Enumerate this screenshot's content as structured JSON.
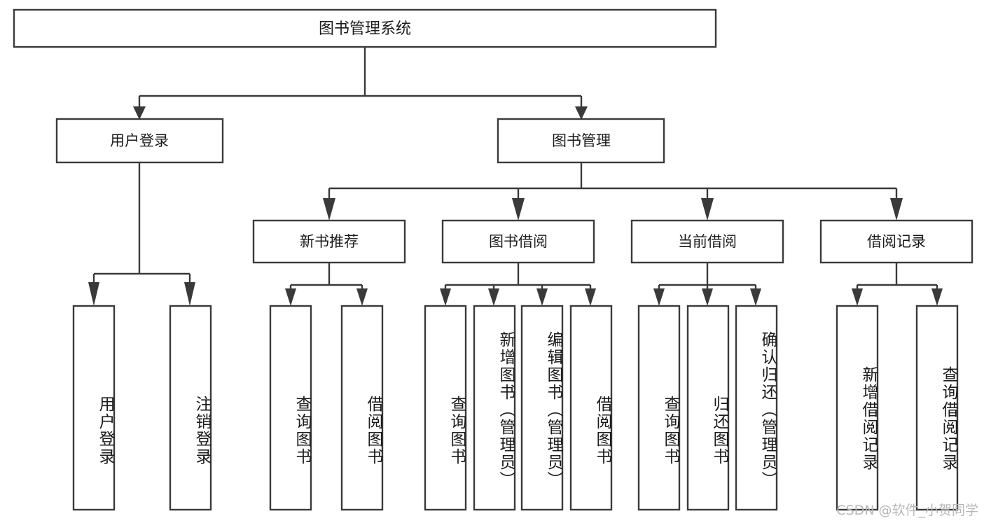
{
  "diagram": {
    "type": "tree-hierarchy",
    "title": "图书管理系统",
    "orientation": "top-down",
    "colors": {
      "box_stroke": "#3a3a3a",
      "box_fill": "#ffffff",
      "text": "#1b1b1b",
      "background": "#ffffff",
      "watermark": "#b8b8b8"
    },
    "root": {
      "label": "图书管理系统"
    },
    "level2": [
      {
        "id": "user-login",
        "label": "用户登录"
      },
      {
        "id": "book-management",
        "label": "图书管理"
      }
    ],
    "level3": [
      {
        "id": "new-book-recommend",
        "label": "新书推荐",
        "parent": "book-management"
      },
      {
        "id": "book-borrow",
        "label": "图书借阅",
        "parent": "book-management"
      },
      {
        "id": "current-borrow",
        "label": "当前借阅",
        "parent": "book-management"
      },
      {
        "id": "borrow-record",
        "label": "借阅记录",
        "parent": "book-management"
      }
    ],
    "leaves": [
      {
        "id": "leaf-user-login",
        "label": "用户登录",
        "parent": "user-login"
      },
      {
        "id": "leaf-logout-login",
        "label": "注销登录",
        "parent": "user-login"
      },
      {
        "id": "leaf-query-book-1",
        "label": "查询图书",
        "parent": "new-book-recommend"
      },
      {
        "id": "leaf-borrow-book-1",
        "label": "借阅图书",
        "parent": "new-book-recommend"
      },
      {
        "id": "leaf-query-book-2",
        "label": "查询图书",
        "parent": "book-borrow"
      },
      {
        "id": "leaf-add-book",
        "label": "新增图书（管理员）",
        "parent": "book-borrow"
      },
      {
        "id": "leaf-edit-book",
        "label": "编辑图书（管理员）",
        "parent": "book-borrow"
      },
      {
        "id": "leaf-borrow-book-2",
        "label": "借阅图书",
        "parent": "book-borrow"
      },
      {
        "id": "leaf-query-book-3",
        "label": "查询图书",
        "parent": "current-borrow"
      },
      {
        "id": "leaf-return-book",
        "label": "归还图书",
        "parent": "current-borrow"
      },
      {
        "id": "leaf-confirm-return",
        "label": "确认归还（管理员）",
        "parent": "current-borrow"
      },
      {
        "id": "leaf-add-record",
        "label": "新增借阅记录",
        "parent": "borrow-record"
      },
      {
        "id": "leaf-query-record",
        "label": "查询借阅记录",
        "parent": "borrow-record"
      }
    ]
  },
  "watermark": {
    "text": "CSDN @软件_小贺同学"
  }
}
